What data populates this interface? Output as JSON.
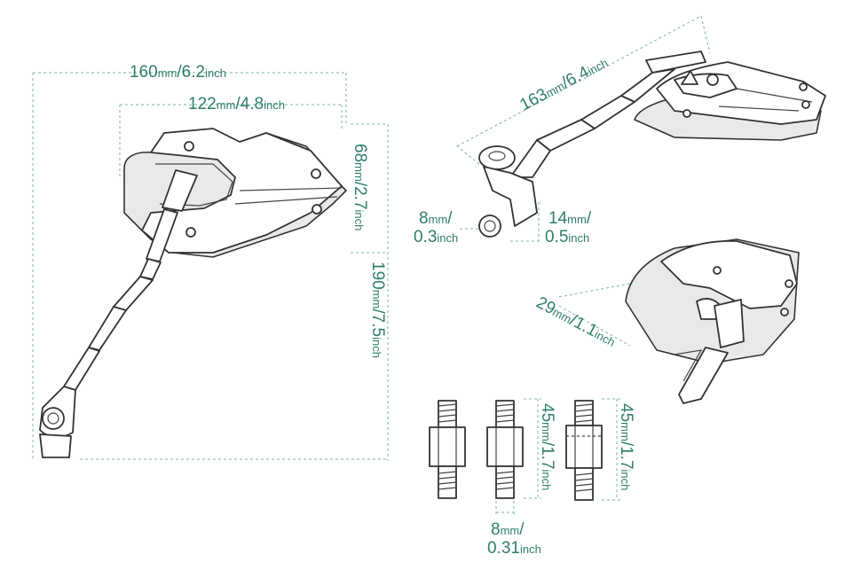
{
  "dimensions": {
    "overall_width": {
      "mm": "160",
      "inch": "6.2"
    },
    "head_width": {
      "mm": "122",
      "inch": "4.8"
    },
    "head_height": {
      "mm": "68",
      "inch": "2.7"
    },
    "overall_height": {
      "mm": "190",
      "inch": "7.5"
    },
    "arm_length": {
      "mm": "163",
      "inch": "6.4"
    },
    "bolt_hole": {
      "mm": "8",
      "inch": "0.3"
    },
    "clamp_thickness": {
      "mm": "14",
      "inch": "0.5"
    },
    "mount_depth": {
      "mm": "29",
      "inch": "1.1"
    },
    "bolt_length_a": {
      "mm": "45",
      "inch": "1.7"
    },
    "bolt_length_b": {
      "mm": "45",
      "inch": "1.7"
    },
    "bolt_diameter": {
      "mm": "8",
      "inch": "0.31"
    }
  },
  "units": {
    "mm": "mm",
    "inch": "inch",
    "separator": "/"
  },
  "colors": {
    "dimension_text": "#2f7d6b",
    "dimension_line": "#7fb3a6",
    "outline": "#333333"
  }
}
